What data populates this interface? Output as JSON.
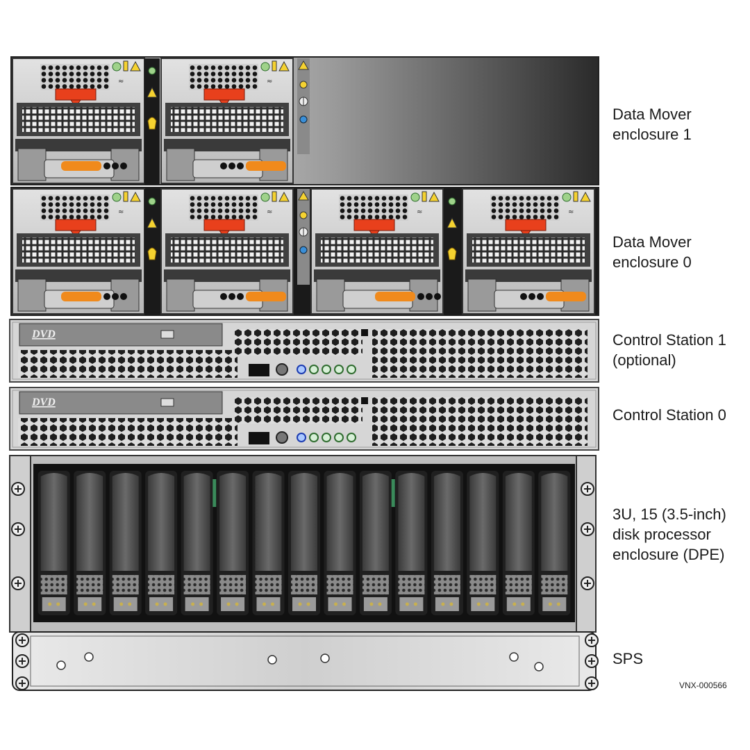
{
  "labels": {
    "dm1": [
      "Data Mover",
      "enclosure 1"
    ],
    "dm0": [
      "Data Mover",
      "enclosure 0"
    ],
    "cs1": [
      "Control Station 1",
      "(optional)"
    ],
    "cs0": [
      "Control Station 0"
    ],
    "dpe": [
      "3U, 15 (3.5-inch)",
      "disk processor",
      "enclosure (DPE)"
    ],
    "sps": [
      "SPS"
    ]
  },
  "figure_id": "VNX-000566",
  "dvd_text": "DVD",
  "drive_count": 15,
  "colors": {
    "metal_light": "#d8d8d8",
    "metal_mid": "#a8a8a8",
    "metal_dark": "#2a2a2a",
    "handle_orange": "#f08a1c",
    "latch_red": "#e8401c",
    "led_green": "#9fd28a",
    "led_yellow": "#f5d230",
    "led_blue": "#3a8fd8",
    "drive_dark": "#4a4a4a"
  }
}
